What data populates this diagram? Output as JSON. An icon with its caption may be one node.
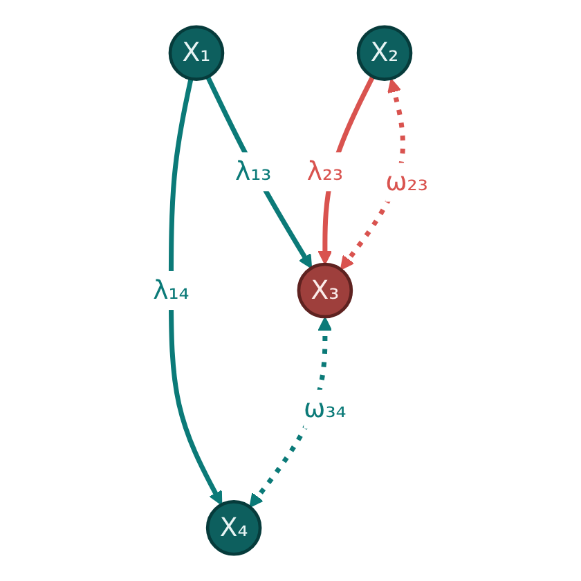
{
  "diagram": {
    "nodes": [
      {
        "text": [
          "X₁"
        ]
      },
      {
        "text": [
          "X₂"
        ]
      },
      {
        "text": [
          "X₃"
        ]
      },
      {
        "text": [
          "X₄"
        ]
      }
    ],
    "edges": [
      {
        "from": 0,
        "to": 2,
        "arrow": "to",
        "label": "λ₁₃"
      },
      {
        "from": 0,
        "to": 3,
        "arrow": "to",
        "label": "λ₁₄"
      },
      {
        "from": 1,
        "to": 2,
        "arrow": "to",
        "label": "λ₂₃",
        "color": "#d9534f"
      },
      {
        "from": 1,
        "to": 2,
        "arrow": "both",
        "label": "ω₂₃",
        "style": "dashed",
        "color": "#d9534f"
      },
      {
        "from": 2,
        "to": 3,
        "arrow": "both",
        "label": "ω₃₄",
        "style": "dashed"
      }
    ]
  }
}
